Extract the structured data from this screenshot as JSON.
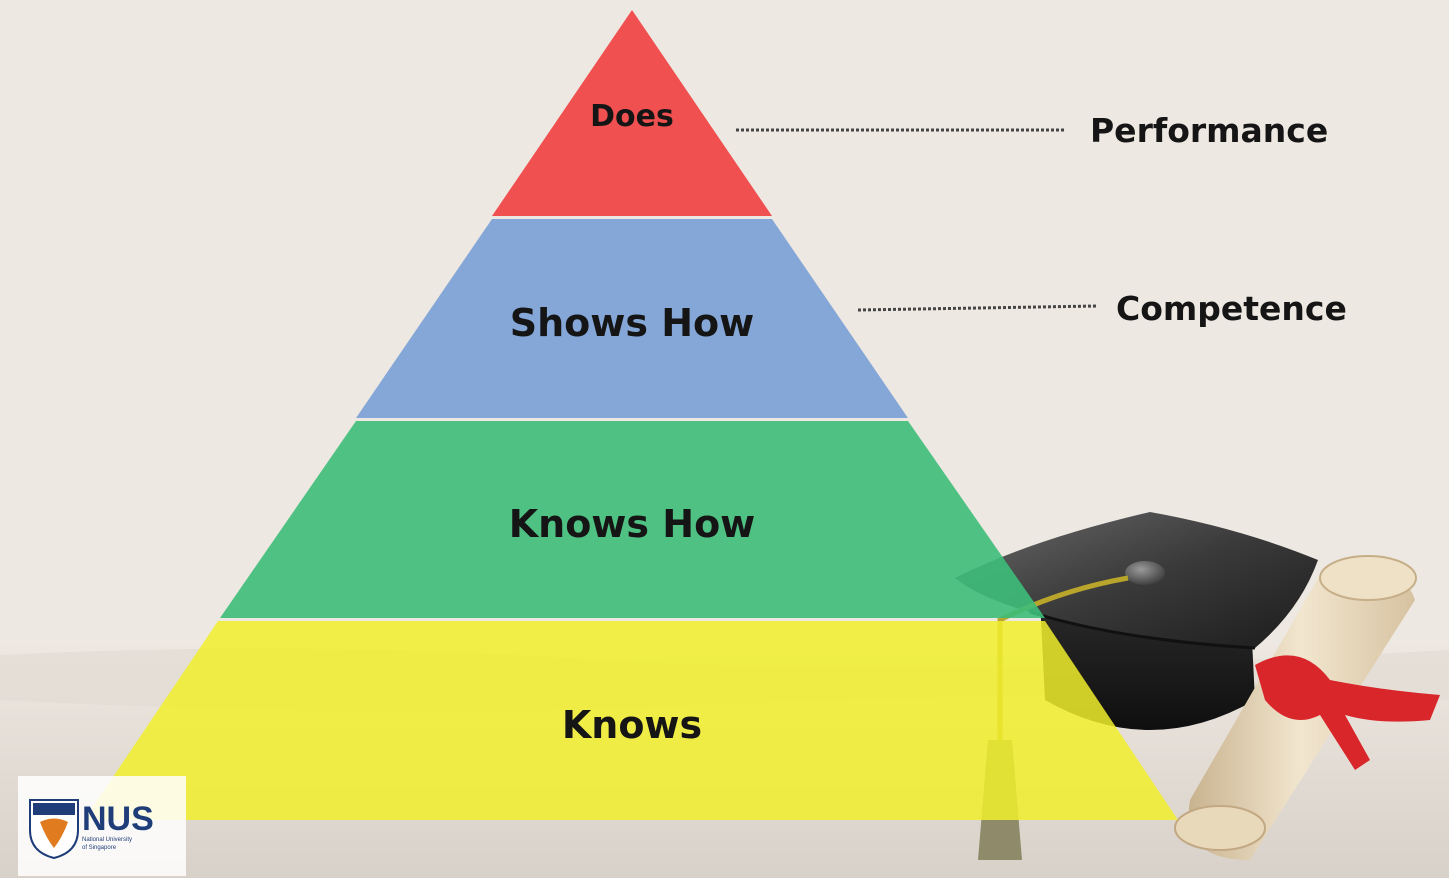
{
  "pyramid": {
    "tiers": [
      {
        "label": "Does",
        "color": "#ef4848"
      },
      {
        "label": "Shows How",
        "color": "#7ea3d6"
      },
      {
        "label": "Knows How",
        "color": "#3dbd79"
      },
      {
        "label": "Knows",
        "color": "#f0ee2c"
      }
    ]
  },
  "annotations": [
    {
      "label": "Performance"
    },
    {
      "label": "Competence"
    }
  ],
  "logo": {
    "name": "NUS",
    "subtitle_line1": "National University",
    "subtitle_line2": "of Singapore"
  },
  "colors": {
    "background": "#eee8e2",
    "text": "#151515",
    "leader_line": "#444444"
  },
  "icons": [
    "graduation-cap-icon",
    "diploma-scroll-icon",
    "nus-crest-icon"
  ]
}
